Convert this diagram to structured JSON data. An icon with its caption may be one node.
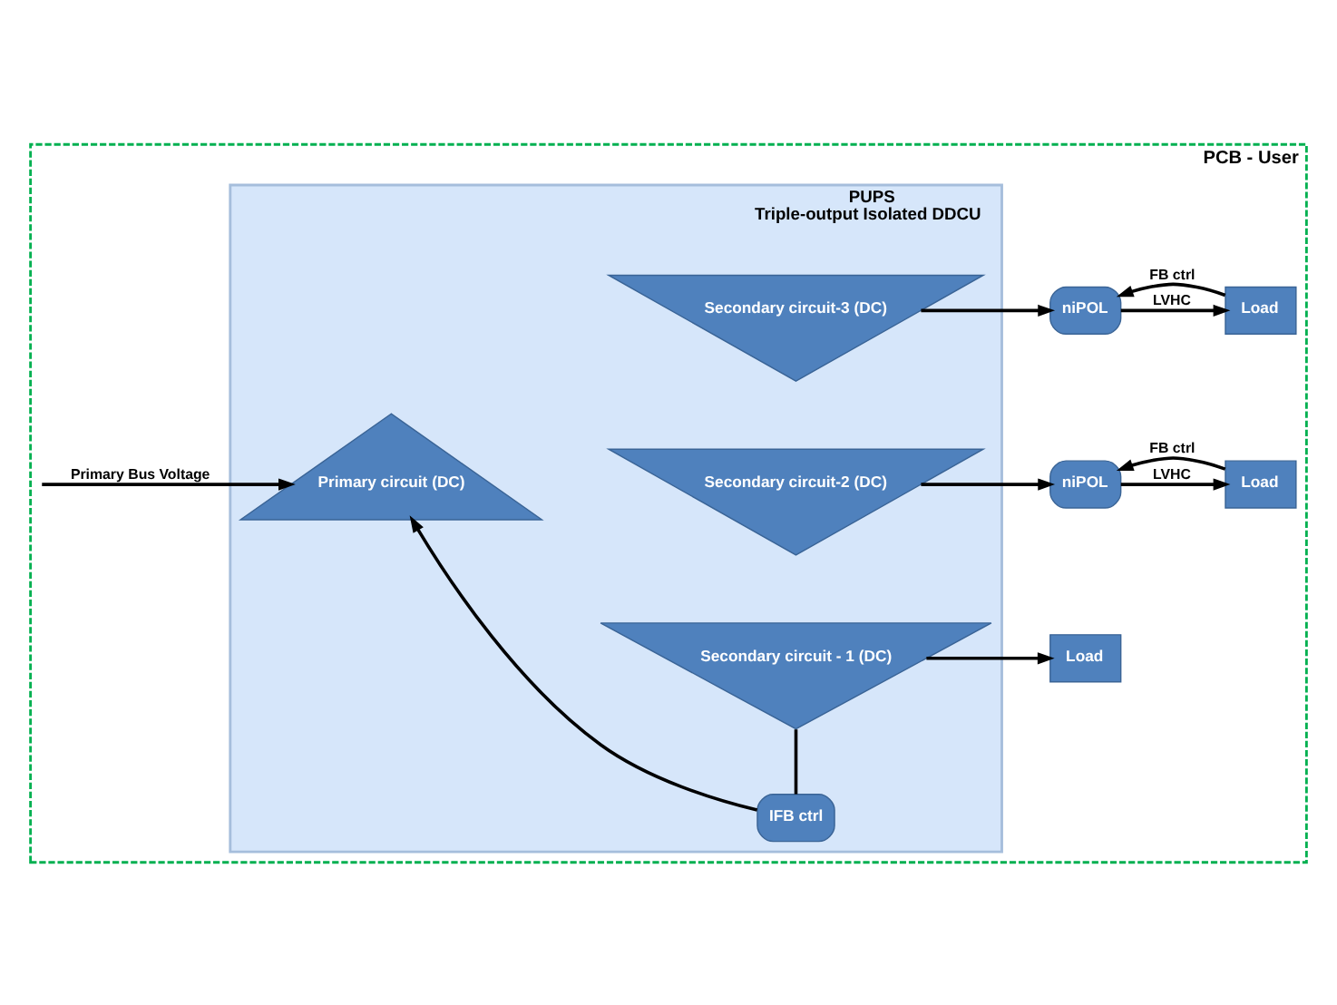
{
  "diagram": {
    "nodes": [
      {
        "text": [
          "PCB - User"
        ]
      },
      {
        "text": [
          "PUPS",
          "Triple-output Isolated DDCU"
        ],
        "in": 0
      },
      {
        "text": [
          "IFB ctrl"
        ],
        "in": 1
      },
      {
        "text": [
          "Primary circuit (DC)"
        ],
        "in": 1
      },
      {
        "text": [
          "Secondary circuit - 1 (DC)"
        ],
        "in": 1
      },
      {
        "text": [
          "Secondary circuit-2 (DC)"
        ],
        "in": 1
      },
      {
        "text": [
          "Secondary circuit-3 (DC)"
        ],
        "in": 1
      },
      {
        "text": [
          "Load"
        ],
        "in": 0
      },
      {
        "text": [
          "niPOL"
        ],
        "in": 0
      },
      {
        "text": [
          "Load"
        ],
        "in": 0
      },
      {
        "text": [
          "niPOL"
        ],
        "in": 0
      },
      {
        "text": [
          "Load"
        ],
        "in": 0
      }
    ],
    "edges": [
      {
        "from": 0,
        "to": 3,
        "arrow": "to",
        "label": "Primary Bus Voltage"
      },
      {
        "from": 4,
        "to": 7,
        "arrow": "to"
      },
      {
        "from": 4,
        "to": 2,
        "arrow": "none"
      },
      {
        "from": 2,
        "to": 3,
        "arrow": "to"
      },
      {
        "from": 5,
        "to": 8,
        "arrow": "to"
      },
      {
        "from": 8,
        "to": 9,
        "arrow": "to",
        "label": "LVHC"
      },
      {
        "from": 9,
        "to": 8,
        "arrow": "to",
        "label": "FB ctrl"
      },
      {
        "from": 6,
        "to": 10,
        "arrow": "to"
      },
      {
        "from": 10,
        "to": 11,
        "arrow": "to",
        "label": "LVHC"
      },
      {
        "from": 11,
        "to": 10,
        "arrow": "to",
        "label": "FB ctrl"
      }
    ]
  }
}
